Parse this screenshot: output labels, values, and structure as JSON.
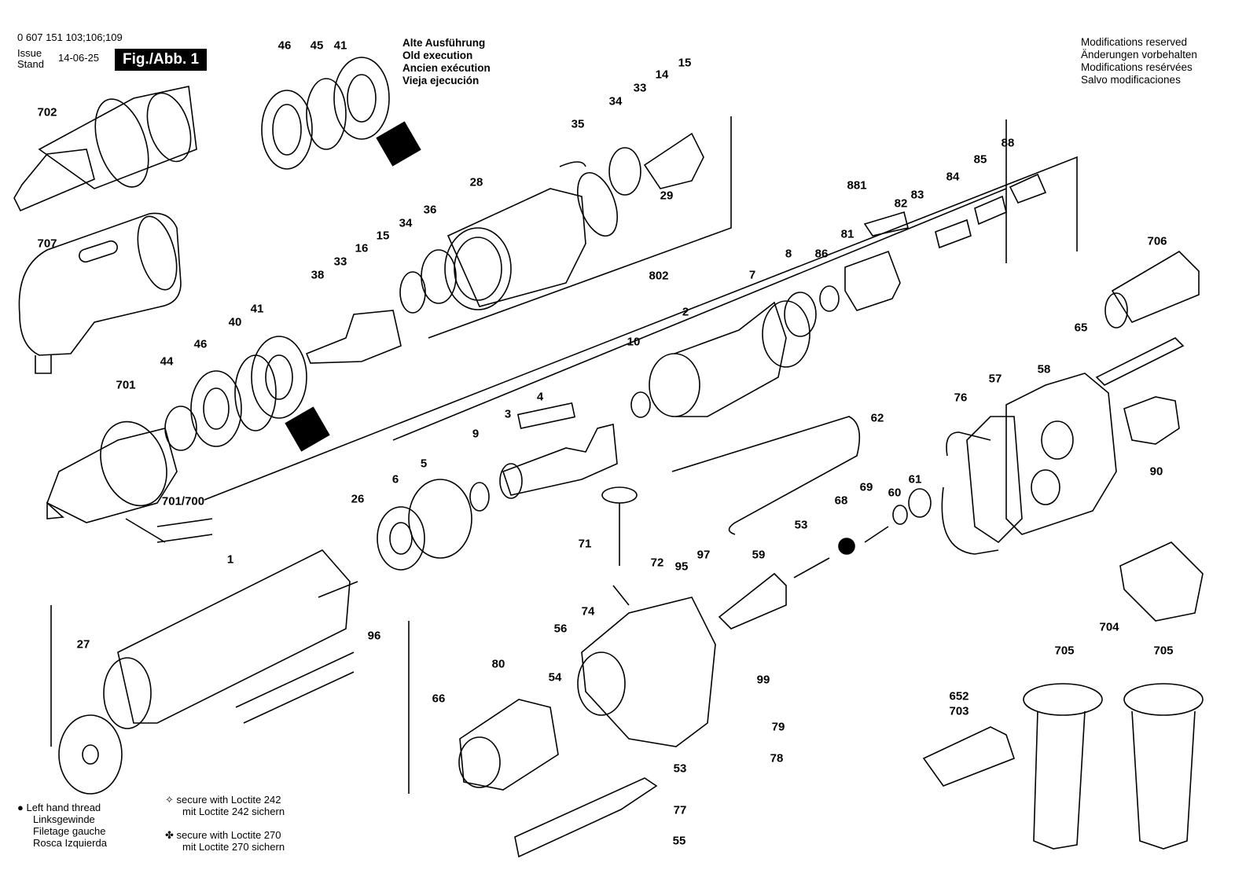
{
  "header": {
    "part_numbers": "0 607 151 103;106;109",
    "issue_label": "Issue",
    "stand_label": "Stand",
    "date": "14-06-25",
    "figure_label": "Fig./Abb. 1"
  },
  "old_execution": [
    "Alte Ausführung",
    "Old execution",
    "Ancien exécution",
    "Vieja ejecución"
  ],
  "modifications": [
    "Modifications reserved",
    "Änderungen vorbehalten",
    "Modifications resérvées",
    "Salvo modificaciones"
  ],
  "legend": {
    "left_hand": [
      "Left hand thread",
      "Linksgewinde",
      "Filetage gauche",
      "Rosca Izquierda"
    ],
    "loctite_242": [
      "secure with Loctite 242",
      "mit Loctite 242 sichern"
    ],
    "loctite_270": [
      "secure with Loctite 270",
      "mit Loctite 270 sichern"
    ]
  },
  "part_labels": [
    "702",
    "707",
    "701",
    "701/700",
    "46",
    "45",
    "41",
    "46",
    "44",
    "40",
    "41",
    "38",
    "33",
    "16",
    "15",
    "34",
    "36",
    "28",
    "35",
    "34",
    "33",
    "14",
    "15",
    "29",
    "881",
    "88",
    "85",
    "84",
    "83",
    "82",
    "81",
    "86",
    "8",
    "7",
    "802",
    "2",
    "10",
    "4",
    "3",
    "9",
    "5",
    "6",
    "26",
    "1",
    "27",
    "96",
    "62",
    "76",
    "57",
    "58",
    "65",
    "706",
    "90",
    "61",
    "60",
    "69",
    "68",
    "53",
    "59",
    "97",
    "95",
    "72",
    "71",
    "74",
    "56",
    "54",
    "80",
    "66",
    "99",
    "79",
    "78",
    "53",
    "77",
    "55",
    "704",
    "705",
    "705",
    "652",
    "703"
  ]
}
